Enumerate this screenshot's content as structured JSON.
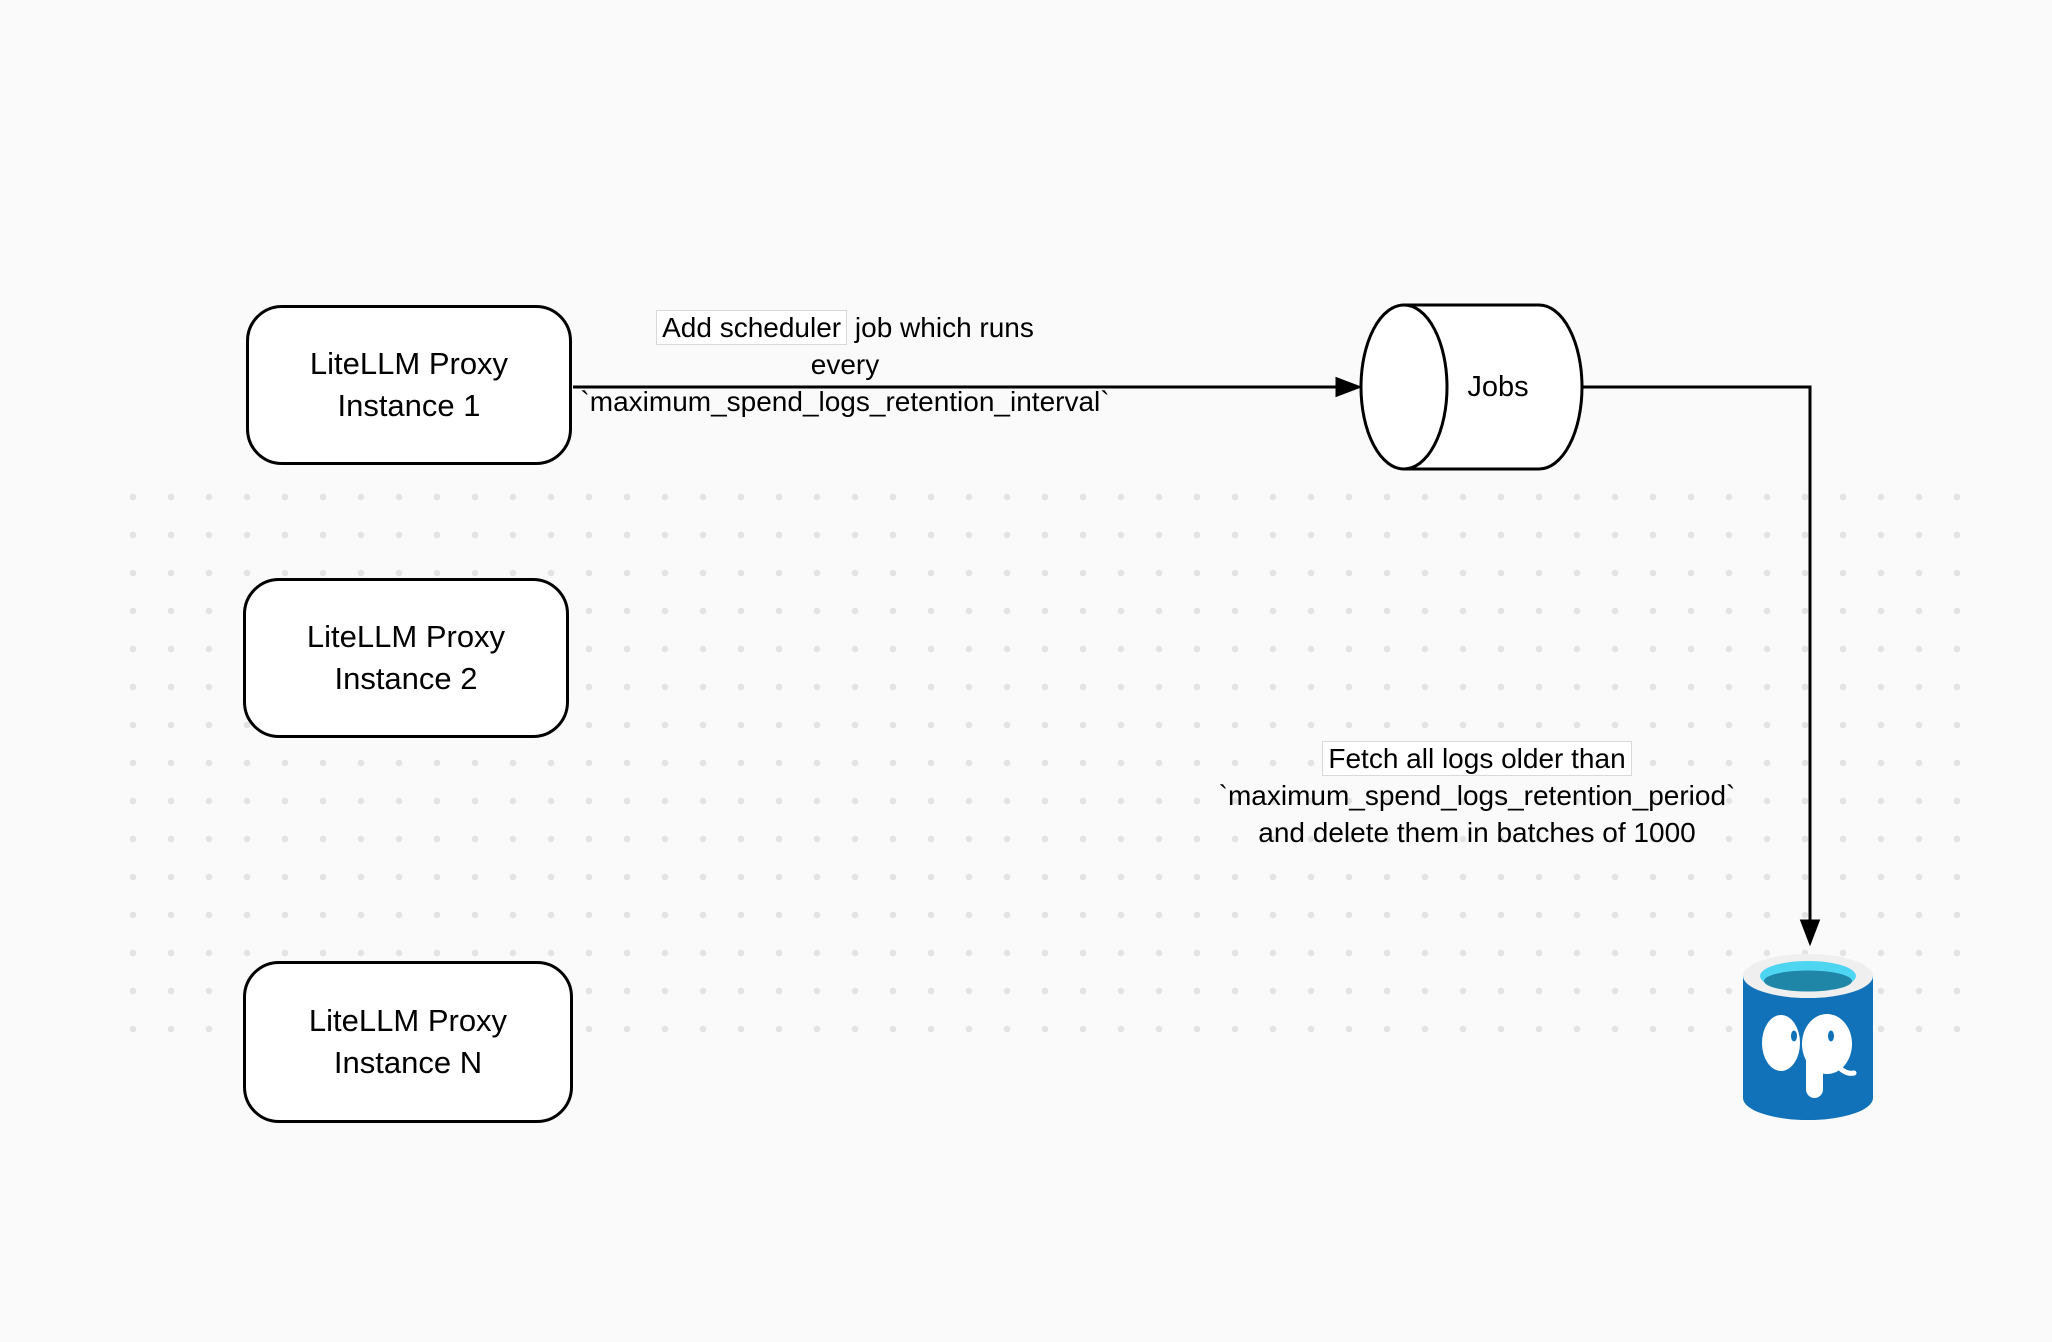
{
  "diagram": {
    "nodes": [
      {
        "id": "instance-1",
        "line1": "LiteLLM Proxy",
        "line2": "Instance 1"
      },
      {
        "id": "instance-2",
        "line1": "LiteLLM Proxy",
        "line2": "Instance 2"
      },
      {
        "id": "instance-n",
        "line1": "LiteLLM Proxy",
        "line2": "Instance N"
      }
    ],
    "queue": {
      "label": "Jobs"
    },
    "database": {
      "icon": "azure-postgresql-database-icon"
    },
    "edge_scheduler": {
      "line1_boxed": "Add scheduler",
      "line1_rest": " job which runs",
      "line2": "every `maximum_spend_logs_retention_interval`"
    },
    "edge_fetch": {
      "line1": "Fetch all logs older than",
      "line2": "`maximum_spend_logs_retention_period`",
      "line3": "and delete them in batches of 1000"
    },
    "colors": {
      "stroke": "#000000",
      "background": "#fafafa",
      "dot": "#e3e3e3",
      "node_fill": "#ffffff",
      "postgres_body_blue": "#1272b9",
      "postgres_rim": "#efefef",
      "postgres_inner_cyan": "#4ed5f1",
      "postgres_inner_teal": "#1f86a8",
      "label_box_border": "#d9d9d9"
    }
  }
}
